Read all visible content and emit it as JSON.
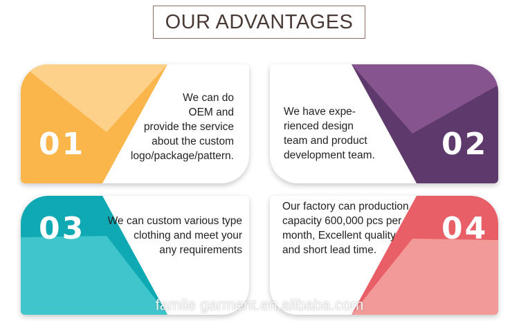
{
  "title": "OUR ADVANTAGES",
  "cards": [
    {
      "number": "01",
      "lines": [
        "We can do",
        "OEM and",
        "provide the service",
        "about the custom",
        "logo/package/pattern."
      ],
      "colors": {
        "light": "#fdd18a",
        "dark": "#fab54b"
      }
    },
    {
      "number": "02",
      "lines": [
        "We have expe-",
        "rienced design",
        "team and product",
        "development team."
      ],
      "colors": {
        "light": "#86558f",
        "dark": "#5e3a6c"
      }
    },
    {
      "number": "03",
      "lines": [
        "We can custom various type",
        "clothing and meet your",
        "any requirements"
      ],
      "colors": {
        "light": "#3fc6cc",
        "dark": "#0fa9b4"
      }
    },
    {
      "number": "04",
      "lines": [
        "Our factory can production",
        "capacity 600,000 pcs per",
        "month, Excellent quality",
        "and short lead time."
      ],
      "colors": {
        "light": "#f29a9a",
        "dark": "#e85f67"
      }
    }
  ],
  "watermark": "famile garment.en.alibaba.com"
}
